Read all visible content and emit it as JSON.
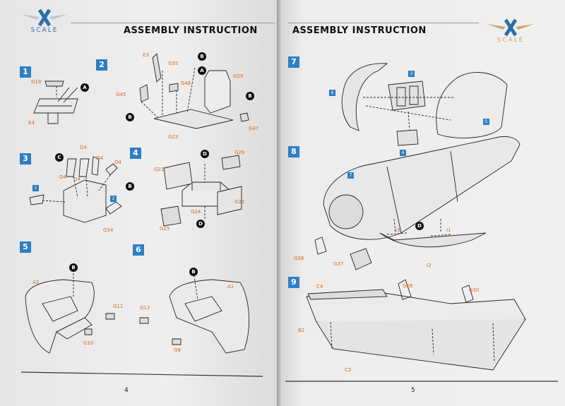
{
  "header": {
    "left_title": "ASSEMBLY INSTRUCTION",
    "right_title": "ASSEMBLY INSTRUCTION"
  },
  "logo": {
    "text": "SCALE",
    "icon": "x-wings-logo",
    "accent": "#2a6fa8"
  },
  "step_color": "#2d7fc3",
  "part_label_color": "#d2691e",
  "page_numbers": {
    "left": "4",
    "right": "5"
  },
  "steps": [
    {
      "n": "1",
      "parts": [
        "G18",
        "E4"
      ],
      "callouts": [
        "A"
      ]
    },
    {
      "n": "2",
      "parts": [
        "E3",
        "G35",
        "G46",
        "G29",
        "G45",
        "G47",
        "G23"
      ],
      "callouts": [
        "B",
        "A",
        "B",
        "B"
      ]
    },
    {
      "n": "3",
      "parts": [
        "D4",
        "D4",
        "D4",
        "D4",
        "D4",
        "G34"
      ],
      "callouts": [
        "C",
        "B"
      ],
      "refs": [
        "1",
        "2"
      ]
    },
    {
      "n": "4",
      "parts": [
        "G26",
        "G21",
        "G22",
        "G24",
        "G25"
      ],
      "callouts": [
        "D",
        "D"
      ]
    },
    {
      "n": "5",
      "parts": [
        "A2",
        "G11",
        "G10"
      ],
      "callouts": [
        "B"
      ]
    },
    {
      "n": "6",
      "parts": [
        "A1",
        "G12",
        "G9"
      ],
      "callouts": [
        "B"
      ]
    },
    {
      "n": "7",
      "refs": [
        "3",
        "6",
        "5",
        "4"
      ]
    },
    {
      "n": "8",
      "parts": [
        "I3",
        "I1",
        "I2",
        "G38",
        "G37"
      ],
      "callouts": [
        "D"
      ],
      "refs": [
        "7"
      ]
    },
    {
      "n": "9",
      "parts": [
        "C4",
        "G28",
        "G30",
        "B2",
        "C2"
      ]
    }
  ]
}
